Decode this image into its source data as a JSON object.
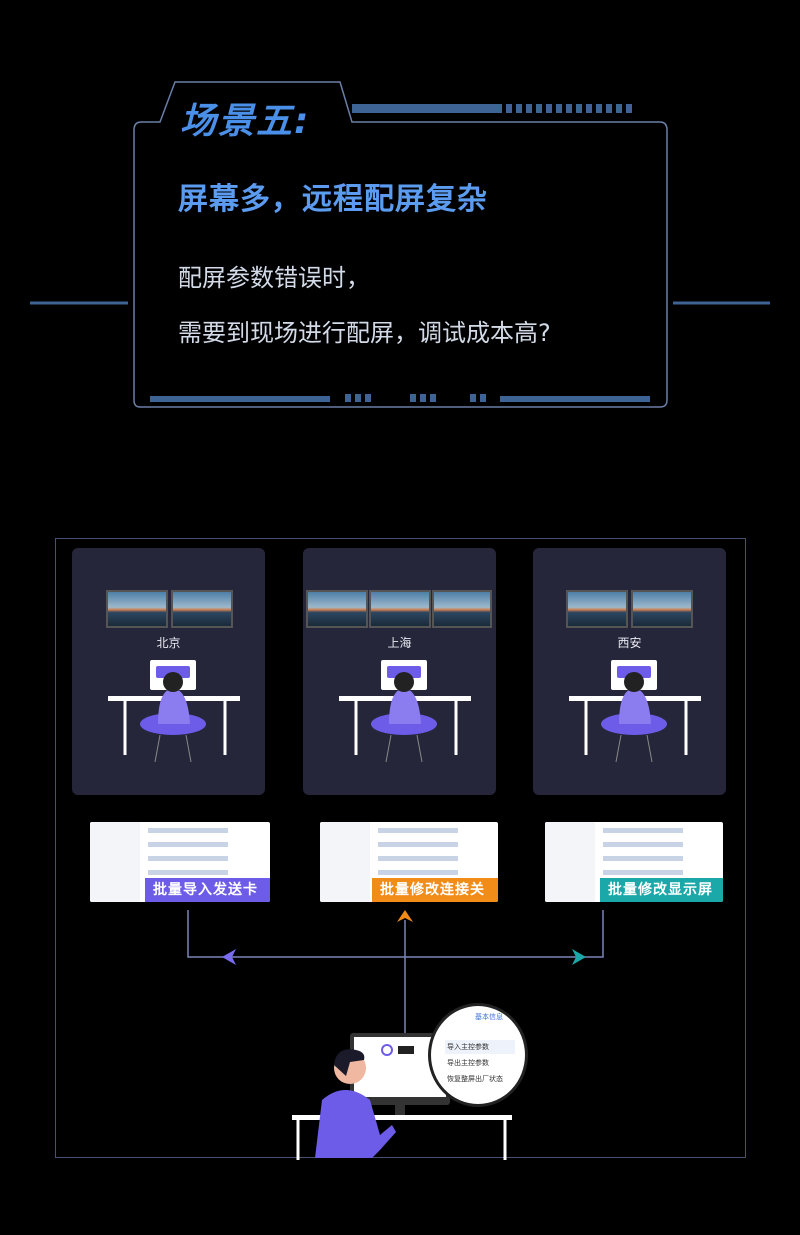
{
  "header": {
    "title": "场景五:",
    "subtitle": "屏幕多，远程配屏复杂",
    "line1": "配屏参数错误时，",
    "line2": "需要到现场进行配屏，调试成本高?"
  },
  "sites": [
    {
      "city": "北京",
      "monitors": 2,
      "badge_color": "#6c5ce7",
      "action": "批量导入发送卡参数"
    },
    {
      "city": "上海",
      "monitors": 3,
      "badge_color": "#f28c18",
      "action": "批量修改连接关系"
    },
    {
      "city": "西安",
      "monitors": 2,
      "badge_color": "#1aa8a8",
      "action": "批量修改显示屏参数"
    }
  ],
  "popup": {
    "tab": "基本信息",
    "items": [
      "导入主控参数",
      "导出主控参数",
      "恢复整屏出厂状态"
    ]
  },
  "colors": {
    "accent": "#4a8fe8",
    "frame": "#6a7fa8",
    "line": "#7a86b8"
  }
}
